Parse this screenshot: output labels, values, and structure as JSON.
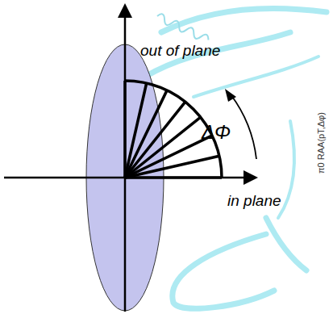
{
  "diagram": {
    "labels": [
      "out of plane",
      "ΔΦ",
      "in plane",
      "π0 RAA(pT,Δφ)"
    ]
  }
}
